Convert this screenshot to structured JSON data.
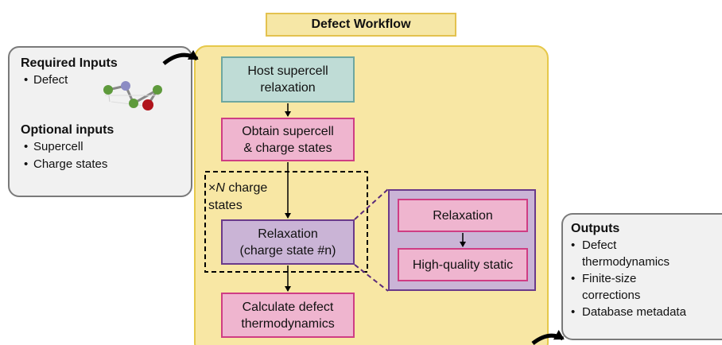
{
  "title": "Defect Workflow",
  "inputs": {
    "required_heading": "Required Inputs",
    "required_items": [
      "Defect"
    ],
    "optional_heading": "Optional inputs",
    "optional_items": [
      "Supercell",
      "Charge states"
    ]
  },
  "workflow": {
    "host_relax": [
      "Host supercell",
      "relaxation"
    ],
    "obtain": [
      "Obtain supercell",
      "& charge states"
    ],
    "loop_label": {
      "prefix": "×",
      "variable": "N",
      "suffix": " charge",
      "line2": "states"
    },
    "relax_charge": [
      "Relaxation",
      "(charge state #n)"
    ],
    "calculate": [
      "Calculate defect",
      "thermodynamics"
    ],
    "sub_relax": "Relaxation",
    "sub_static": "High-quality static"
  },
  "outputs": {
    "heading": "Outputs",
    "items": [
      [
        "Defect",
        "thermodynamics"
      ],
      [
        "Finite-size",
        "corrections"
      ],
      [
        "Database metadata"
      ]
    ]
  },
  "colors": {
    "workflow_fill": "#f8e7a4",
    "host_fill": "#bfdcd6",
    "pink_fill": "#efb5cf",
    "purple_fill": "#cab4d6",
    "panel_grey": "#f1f1f1"
  },
  "icons": [
    "defect-structure-icon",
    "curved-arrow-icon"
  ]
}
